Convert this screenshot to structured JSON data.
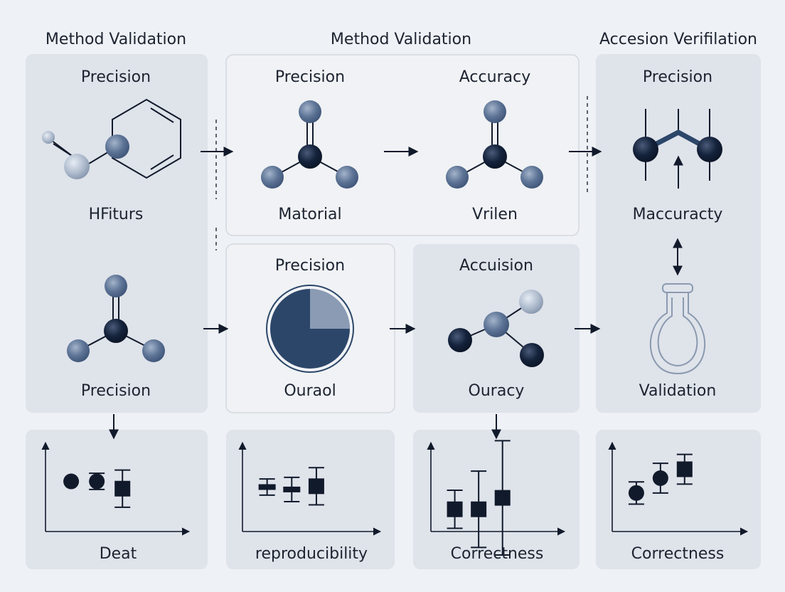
{
  "headers": {
    "left": "Method Validation",
    "middle": "Method Validation",
    "right": "Accesion Verifilation"
  },
  "labels": {
    "p1_top": "Precision",
    "p1_mid": "HFiturs",
    "p1_lower": "Precision",
    "p2_top": "Precision",
    "p2_bottom": "Matorial",
    "p3_top": "Accuracy",
    "p3_bottom": "Vrilen",
    "p4_top": "Precision",
    "p4_bottom": "Ouraol",
    "p5_top": "Accuision",
    "p5_bottom": "Ouracy",
    "p6_top": "Precision",
    "p6_mid": "Maccuracty",
    "p6_bottom": "Validation",
    "c1": "Deat",
    "c2": "reproducibility",
    "c3": "Correctness",
    "c4": "Correctness"
  },
  "icons": {
    "flow_arrows": "right-arrow-icon",
    "benzene": "benzene-molecule-icon",
    "molecules": "molecule-icon",
    "pie": "pie-chart-icon",
    "flask": "flask-icon",
    "double_arrow": "up-down-arrow-icon"
  },
  "colors": {
    "background": "#eef1f5",
    "panel_dark": "#dfe3ea",
    "panel_light": "#f0f2f5",
    "node_dark": "#101d33",
    "node_mid": "#5d7496",
    "node_light": "#aebbcd",
    "pie_main": "#2c4669",
    "pie_slice": "#8b9bb4"
  },
  "pie_slice_fraction": 0.25,
  "chart_data": [
    {
      "type": "scatter",
      "title": "Deat",
      "points": [
        {
          "x": 1,
          "y": 0.62,
          "marker": "circle"
        },
        {
          "x": 2,
          "y": 0.62,
          "marker": "circle",
          "err": 0.1
        },
        {
          "x": 3,
          "y": 0.53,
          "marker": "square",
          "err": 0.23
        }
      ],
      "xlim": [
        0,
        5.6
      ],
      "ylim": [
        0,
        1.1
      ]
    },
    {
      "type": "scatter",
      "title": "reproducibility",
      "points": [
        {
          "x": 1,
          "y": 0.55,
          "marker": "dash",
          "err": 0.1
        },
        {
          "x": 2,
          "y": 0.52,
          "marker": "dash",
          "err": 0.15
        },
        {
          "x": 3,
          "y": 0.56,
          "marker": "square",
          "err": 0.23
        }
      ],
      "xlim": [
        0,
        5.6
      ],
      "ylim": [
        0,
        1.1
      ]
    },
    {
      "type": "scatter",
      "title": "Correctness",
      "points": [
        {
          "x": 1,
          "y": 0.35,
          "marker": "square",
          "err": 0.3
        },
        {
          "x": 2,
          "y": 0.35,
          "marker": "square",
          "err": 0.6
        },
        {
          "x": 3,
          "y": 0.53,
          "marker": "square",
          "err": 0.9
        }
      ],
      "xlim": [
        0,
        5.6
      ],
      "ylim": [
        0,
        1.4
      ]
    },
    {
      "type": "scatter",
      "title": "Correctness",
      "points": [
        {
          "x": 1,
          "y": 0.52,
          "marker": "circle",
          "err": 0.15
        },
        {
          "x": 2,
          "y": 0.72,
          "marker": "circle",
          "err": 0.2
        },
        {
          "x": 3,
          "y": 0.84,
          "marker": "square",
          "err": 0.2
        }
      ],
      "xlim": [
        0,
        5.6
      ],
      "ylim": [
        0,
        1.2
      ]
    }
  ]
}
